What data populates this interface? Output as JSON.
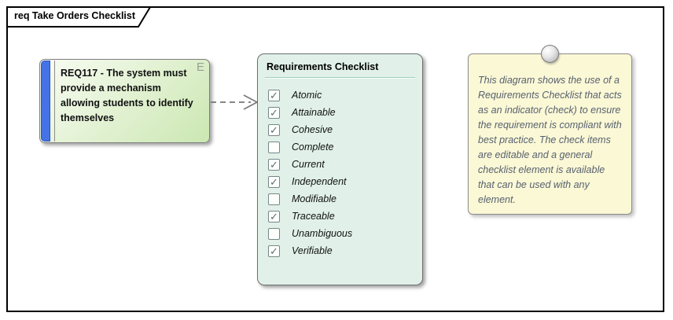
{
  "frame": {
    "label": "req Take Orders Checklist"
  },
  "requirement": {
    "text": "REQ117 - The system must provide a mechanism allowing students to identify themselves",
    "adornment": "E"
  },
  "connector": {
    "type": "dependency-dashed-arrow",
    "direction": "right"
  },
  "checklist": {
    "title": "Requirements Checklist",
    "check_glyph": "✓",
    "items": [
      {
        "label": "Atomic",
        "checked": true
      },
      {
        "label": "Attainable",
        "checked": true
      },
      {
        "label": "Cohesive",
        "checked": true
      },
      {
        "label": "Complete",
        "checked": false
      },
      {
        "label": "Current",
        "checked": true
      },
      {
        "label": "Independent",
        "checked": true
      },
      {
        "label": "Modifiable",
        "checked": false
      },
      {
        "label": "Traceable",
        "checked": true
      },
      {
        "label": "Unambiguous",
        "checked": false
      },
      {
        "label": "Verifiable",
        "checked": true
      }
    ]
  },
  "note": {
    "text": "This diagram shows the use of a Requirements Checklist that acts as an indicator (check) to ensure the requirement is compliant with best practice.  The check items are editable and a general checklist element is available that can be used with any element."
  },
  "colors": {
    "requirement_bar": "#4573e7",
    "requirement_bar_border": "#2a52c0",
    "requirement_fill_light": "#f9fcf3",
    "requirement_fill_dark": "#cbe7b2",
    "checklist_fill": "#e1f1e9",
    "note_fill": "#fbf8d6",
    "note_text": "#57616e",
    "connector": "#767676"
  }
}
